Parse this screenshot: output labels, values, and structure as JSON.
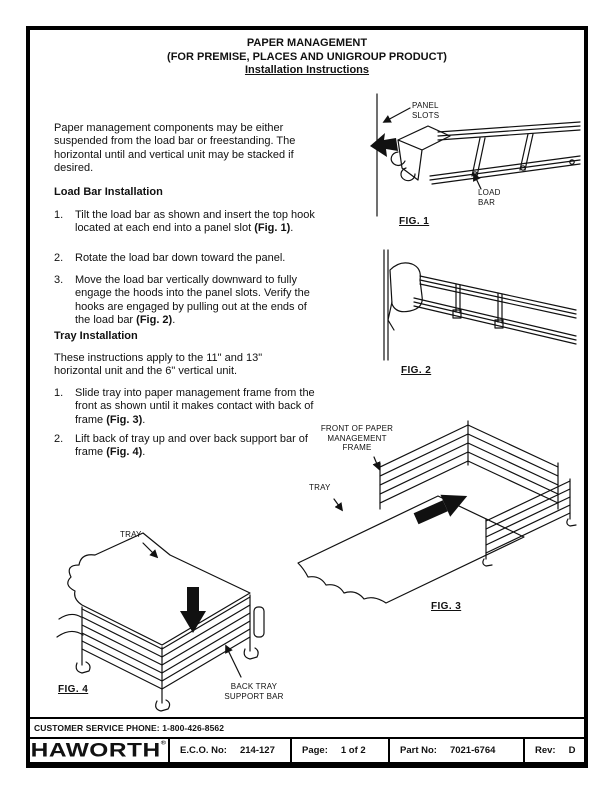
{
  "title": {
    "line1": "PAPER MANAGEMENT",
    "line2": "(FOR PREMISE, PLACES AND UNIGROUP PRODUCT)",
    "line3": "Installation Instructions"
  },
  "intro": "Paper management components may be either suspended from the load bar or freestanding. The horizontal until and vertical unit may be stacked if desired.",
  "load_bar": {
    "heading": "Load Bar Installation",
    "steps": [
      {
        "num": "1.",
        "pre": "Tilt the load bar as shown and insert the top hook located at each end into a panel slot ",
        "bold": "(Fig. 1)",
        "post": "."
      },
      {
        "num": "2.",
        "pre": "Rotate the load bar down toward the panel.",
        "bold": "",
        "post": ""
      },
      {
        "num": "3.",
        "pre": "Move the load bar vertically downward to fully engage the hoods into the panel slots. Verify the hooks are engaged by pulling out at the ends of the load bar ",
        "bold": "(Fig. 2)",
        "post": "."
      }
    ]
  },
  "tray": {
    "heading": "Tray Installation",
    "intro": "These instructions apply to the 11\" and 13\" horizontal unit and the 6\" vertical unit.",
    "steps": [
      {
        "num": "1.",
        "pre": "Slide tray into paper management frame from the front as shown until it makes contact with back of frame ",
        "bold": "(Fig. 3)",
        "post": "."
      },
      {
        "num": "2.",
        "pre": "Lift back of tray up and over back support bar of frame ",
        "bold": "(Fig. 4)",
        "post": "."
      }
    ]
  },
  "figures": {
    "fig1": {
      "caption": "FIG. 1",
      "panel_slots": "PANEL SLOTS",
      "load_bar": "LOAD BAR"
    },
    "fig2": {
      "caption": "FIG. 2"
    },
    "fig3": {
      "caption": "FIG. 3",
      "front_label": "FRONT OF PAPER MANAGEMENT FRAME",
      "tray_label": "TRAY"
    },
    "fig4": {
      "caption": "FIG. 4",
      "tray_label": "TRAY",
      "back_bar_label": "BACK TRAY SUPPORT BAR"
    }
  },
  "footer": {
    "phone": "CUSTOMER SERVICE PHONE: 1-800-426-8562",
    "logo": "HAWORTH",
    "reg": "®",
    "eco_label": "E.C.O. No:",
    "eco_value": "214-127",
    "page_label": "Page:",
    "page_value": "1 of 2",
    "part_label": "Part No:",
    "part_value": "7021-6764",
    "rev_label": "Rev:",
    "rev_value": "D"
  },
  "colors": {
    "ink": "#111111",
    "paper": "#ffffff"
  }
}
